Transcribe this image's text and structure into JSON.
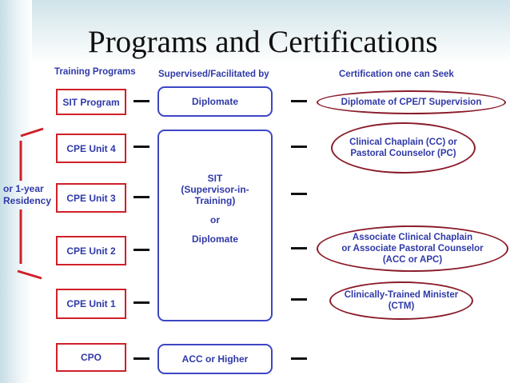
{
  "title": "Programs and Certifications",
  "headers": {
    "training": "Training Programs",
    "supervised": "Supervised/Facilitated by",
    "certification": "Certification one can Seek"
  },
  "training_programs": [
    "SIT Program",
    "CPE Unit 4",
    "CPE Unit 3",
    "CPE Unit 2",
    "CPE Unit 1",
    "CPO"
  ],
  "supervisors": {
    "diplomate_top": "Diplomate",
    "sit_lines": [
      "SIT",
      "(Supervisor-in-",
      "Training)",
      "or",
      "Diplomate"
    ],
    "acc": "ACC or Higher"
  },
  "residency_label": [
    "or 1-year",
    "Residency"
  ],
  "certifications": {
    "c1": [
      "Diplomate of CPE/T Supervision"
    ],
    "c2": [
      "Clinical Chaplain  (CC) or",
      "Pastoral Counselor  (PC)"
    ],
    "c3": [
      "Associate Clinical Chaplain",
      "or  Associate Pastoral Counselor",
      "(ACC   or   APC)"
    ],
    "c4": [
      "Clinically-Trained Minister",
      "(CTM)"
    ]
  },
  "colors": {
    "red_box": "#d0202a",
    "blue_box": "#3d46c4",
    "ellipse": "#8a1c2a",
    "text": "#2f39a8"
  }
}
